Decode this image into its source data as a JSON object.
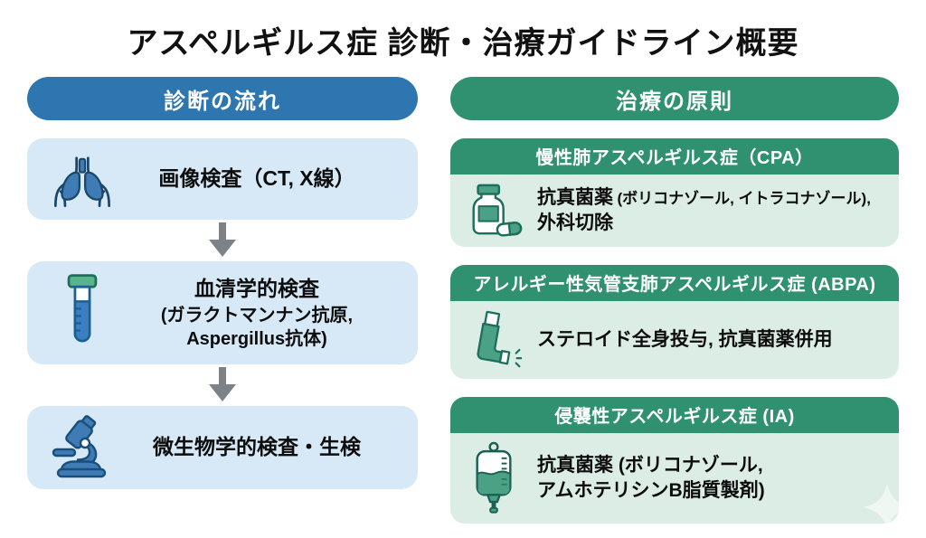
{
  "title": "アスペルギルス症 診断・治療ガイドライン概要",
  "diagnosis": {
    "header": "診断の流れ",
    "steps": [
      {
        "icon": "lungs-icon",
        "lines": [
          "画像検査（CT, X線）"
        ]
      },
      {
        "icon": "test-tube-icon",
        "lines": [
          "血清学的検査",
          "(ガラクトマンナン抗原,",
          "Aspergillus抗体)"
        ]
      },
      {
        "icon": "microscope-icon",
        "lines": [
          "微生物学的検査・生検"
        ]
      }
    ]
  },
  "treatment": {
    "header": "治療の原則",
    "cards": [
      {
        "icon": "medicine-bottle-icon",
        "title": "慢性肺アスペルギルス症（CPA）",
        "body_main": "抗真菌薬",
        "body_detail": "(ボリコナゾール, イトラコナゾール),",
        "body_line2": "外科切除"
      },
      {
        "icon": "inhaler-icon",
        "title": "アレルギー性気管支肺アスペルギルス症 (ABPA)",
        "body_main": "ステロイド全身投与, 抗真菌薬併用"
      },
      {
        "icon": "iv-bag-icon",
        "title": "侵襲性アスペルギルス症 (IA)",
        "body_line1": "抗真菌薬 (ボリコナゾール,",
        "body_line2": "アムホテリシンB脂質製剤)"
      }
    ]
  },
  "colors": {
    "title_text": "#111111",
    "diagnosis_accent": "#2d76b0",
    "diagnosis_box_bg": "#d7e9f7",
    "treatment_accent": "#2f9170",
    "treatment_card_bg": "#dcede5",
    "arrow_gray": "#7c8288",
    "icon_blue": "#3f7cb6",
    "icon_blue_dark": "#1c4769",
    "icon_green": "#4aa183",
    "icon_green_dark": "#1d6f5b"
  }
}
